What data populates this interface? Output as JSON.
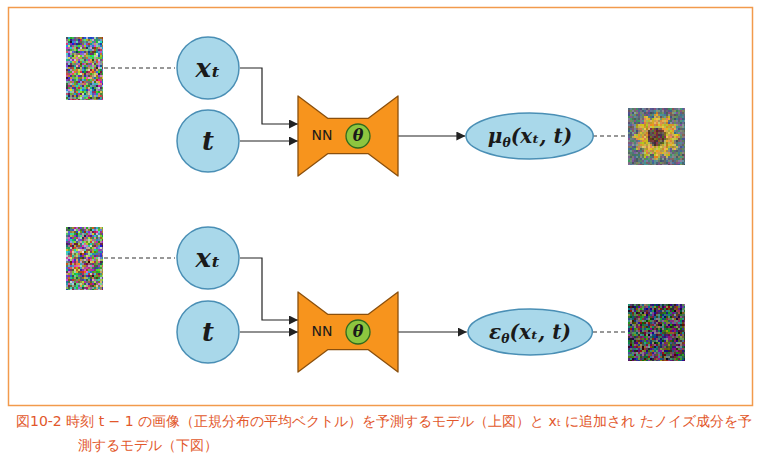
{
  "diagram": {
    "caption": "図10-2 時刻 t − 1 の画像（正規分布の平均ベクトル）を予測するモデル（上図）と xₜ に追加され たノイズ成分を予測するモデル（下図）",
    "nodes": [
      {
        "text": [
          "xₜ"
        ]
      },
      {
        "text": [
          "t"
        ]
      },
      {
        "text": [
          "NN"
        ]
      },
      {
        "text": [
          "θ"
        ],
        "in": 2
      },
      {
        "text": [
          "μθ(xₜ, t)"
        ]
      },
      {
        "text": [
          "xₜ"
        ]
      },
      {
        "text": [
          "t"
        ]
      },
      {
        "text": [
          "NN"
        ]
      },
      {
        "text": [
          "θ"
        ],
        "in": 7
      },
      {
        "text": [
          "εθ(xₜ, t)"
        ]
      }
    ],
    "edges": [
      {
        "from": 0,
        "to": 2,
        "arrow": "to"
      },
      {
        "from": 1,
        "to": 2,
        "arrow": "to"
      },
      {
        "from": 2,
        "to": 4,
        "arrow": "to"
      },
      {
        "from": 5,
        "to": 7,
        "arrow": "to"
      },
      {
        "from": 6,
        "to": 7,
        "arrow": "to"
      },
      {
        "from": 7,
        "to": 9,
        "arrow": "to"
      }
    ]
  }
}
